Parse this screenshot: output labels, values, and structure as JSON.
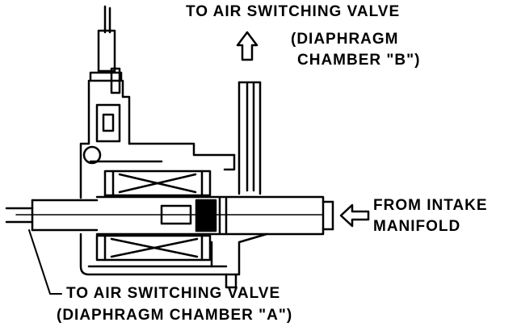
{
  "labels": {
    "top_line1": "TO AIR SWITCHING VALVE",
    "top_line2": "(DIAPHRAGM",
    "top_line3": "CHAMBER \"B\")",
    "right_line1": "FROM INTAKE",
    "right_line2": "MANIFOLD",
    "bottom_line1": "TO AIR SWITCHING VALVE",
    "bottom_line2": "(DIAPHRAGM CHAMBER \"A\")"
  },
  "colors": {
    "ink": "#000000",
    "paper": "#ffffff"
  }
}
